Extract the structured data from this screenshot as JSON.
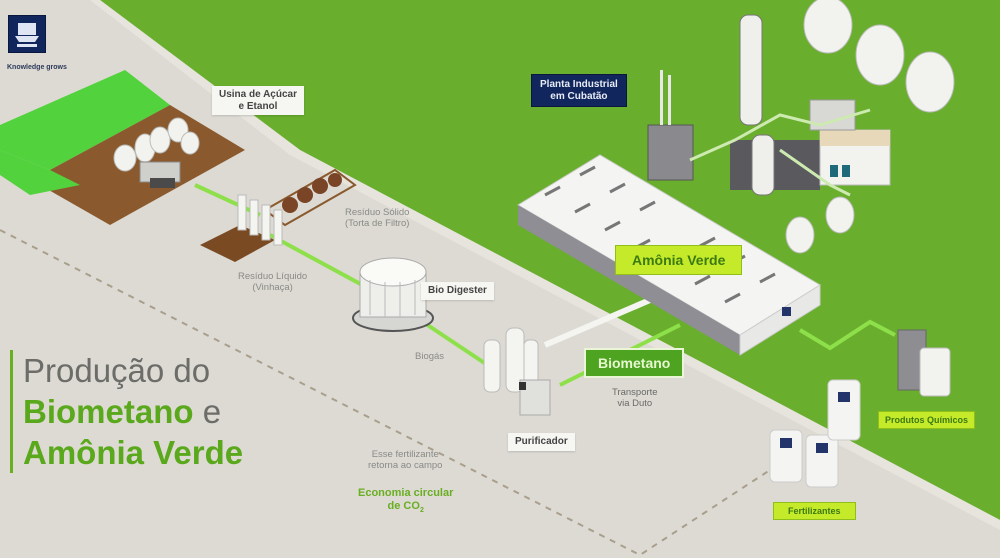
{
  "brand": {
    "logo_icon": "yara-ship-logo-icon",
    "caption": "Knowledge grows",
    "navy": "#10265c"
  },
  "title": {
    "line1": "Produção do",
    "line2_main": "Biometano",
    "line2_connector": "e",
    "line3": "Amônia Verde"
  },
  "colors": {
    "background": "#dcdad3",
    "grass": "#6aae2e",
    "pipeline": "#8ee04a",
    "lime_label": "#c4ea2a",
    "green_label": "#4ea321",
    "soil": "#8a5a2e"
  },
  "labels": {
    "usina": {
      "line1": "Usina de Açúcar",
      "line2": "e Etanol"
    },
    "planta": {
      "line1": "Planta Industrial",
      "line2": "em Cubatão"
    },
    "residuo_solido": {
      "line1": "Resíduo Sólido",
      "line2": "(Torta de Filtro)"
    },
    "residuo_liquido": {
      "line1": "Resíduo Líquido",
      "line2": "(Vinhaça)"
    },
    "bio_digester": "Bio Digester",
    "biogas": "Biogás",
    "purificador": "Purificador",
    "biometano": "Biometano",
    "transporte": {
      "line1": "Transporte",
      "line2": "via Duto"
    },
    "amonia_verde": "Amônia Verde",
    "produtos_quimicos": "Produtos Químicos",
    "fertilizantes": "Fertilizantes",
    "retorno": {
      "line1": "Esse fertilizante",
      "line2": "retorna ao campo"
    },
    "economia": {
      "line1": "Economia circular",
      "line2": "de CO",
      "subscript": "2"
    }
  },
  "flow_steps": [
    "Usina de Açúcar e Etanol",
    "Resíduo Sólido / Resíduo Líquido",
    "Bio Digester",
    "Biogás",
    "Purificador",
    "Biometano",
    "Amônia Verde",
    "Fertilizantes / Produtos Químicos"
  ]
}
